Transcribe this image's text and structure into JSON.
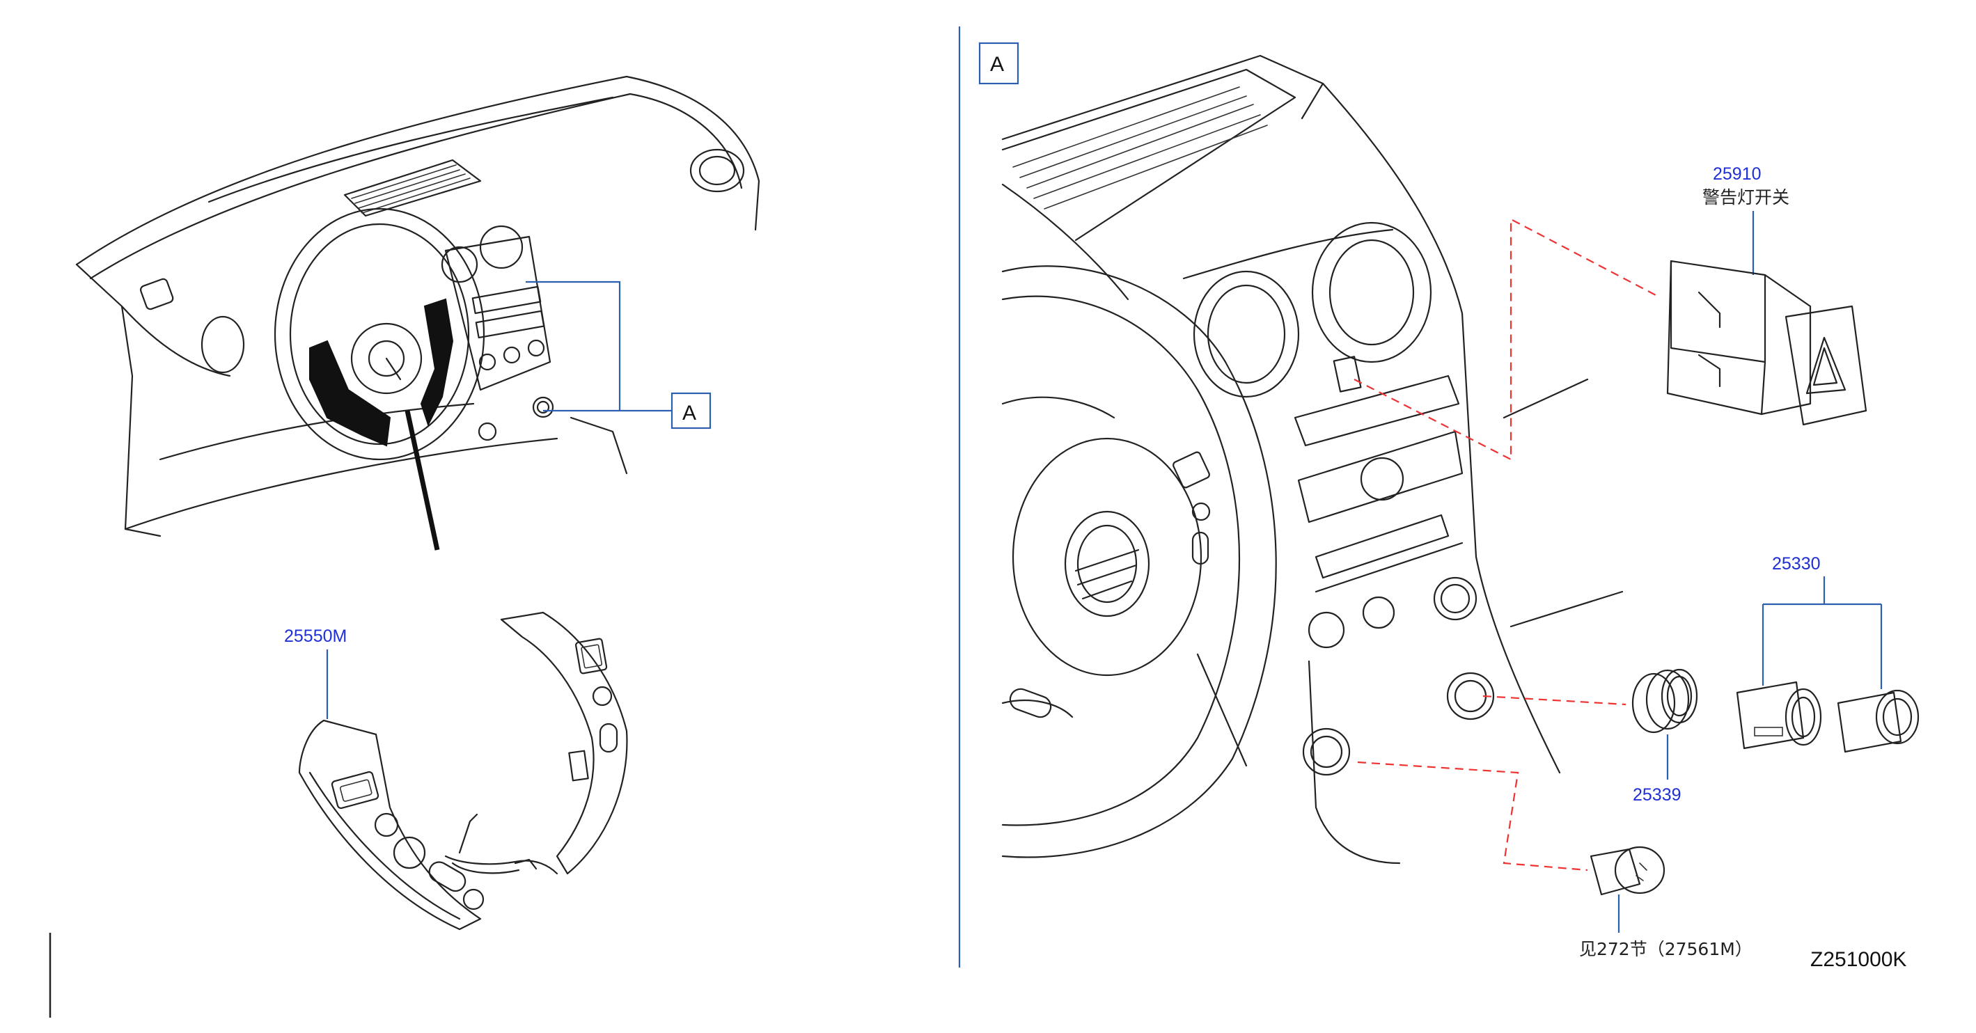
{
  "diagram": {
    "callout_box_A_left": "A",
    "callout_box_A_right": "A",
    "parts": {
      "p25550m": {
        "number": "25550M"
      },
      "p25910": {
        "number": "25910",
        "name": "警告灯开关"
      },
      "p25330": {
        "number": "25330"
      },
      "p25339": {
        "number": "25339"
      },
      "ref": {
        "text": "见272节（27561M）"
      }
    },
    "drawing_code": "Z251000K",
    "colors": {
      "callout_text": "#1f2fd6",
      "leader_line": "#2d5fb0",
      "dashed_line": "#e33333"
    }
  }
}
